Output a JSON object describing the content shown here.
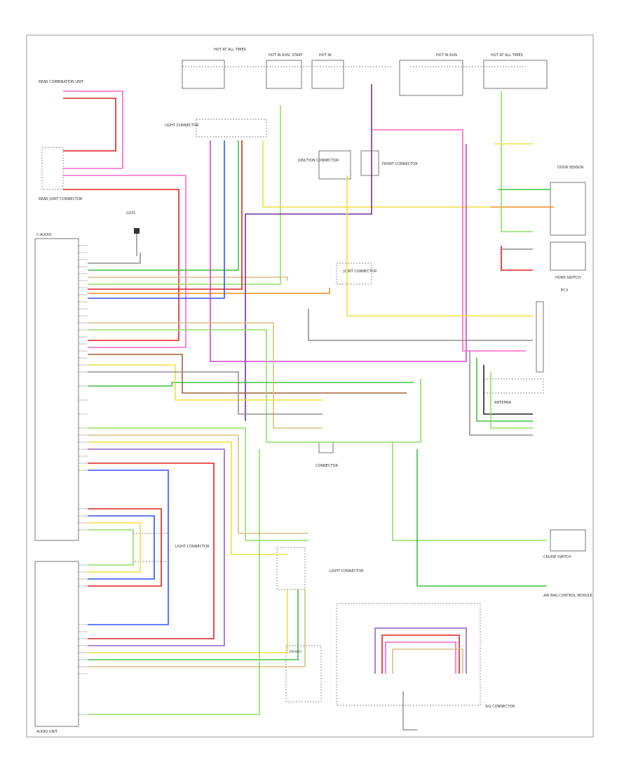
{
  "diagram": {
    "top_fuses": [
      "HOT AT ALL TIMES",
      "HOT IN RUN, START",
      "HOT IN",
      "HOT IN RUN",
      "HOT AT ALL TIMES"
    ],
    "left_module": {
      "name": "AUDIO UNIT",
      "connector": "C-AUDIO"
    },
    "left_top_note": "REAR COMBINATION UNIT",
    "ground_left": "G101",
    "components": [
      {
        "id": "light-connector-a",
        "label": "LIGHT CONNECTOR"
      },
      {
        "id": "junction-connector-b",
        "label": "JUNCTION CONNECTOR"
      },
      {
        "id": "front-connector",
        "label": "FRONT CONNECTOR"
      },
      {
        "id": "door-sensor",
        "label": "DOOR SENSOR"
      },
      {
        "id": "horn-switch",
        "label": "HORN SWITCH"
      },
      {
        "id": "ecu-right",
        "label": "ECU"
      },
      {
        "id": "antenna-amp",
        "label": "ANTENNA"
      },
      {
        "id": "mid-connector",
        "label": "JOINT CONNECTOR"
      },
      {
        "id": "speaker-conn",
        "label": "LIGHT CONNECTOR"
      },
      {
        "id": "bottom-connector",
        "label": "CONNECTOR"
      },
      {
        "id": "center-lower",
        "label": "LIGHT CONNECTOR"
      },
      {
        "id": "right-lower-switch",
        "label": "CRUISE SWITCH"
      },
      {
        "id": "right-bottom-module",
        "label": "AIR BAG CONTROL MODULE"
      },
      {
        "id": "bottom-right-conn",
        "label": "SIG CONNECTOR"
      }
    ],
    "colors": {
      "pink": "#ff66cc",
      "red": "#e02020",
      "magenta": "#d040d0",
      "purple": "#7030a0",
      "blue": "#3050ff",
      "yellow": "#f0e040",
      "green": "#40c040",
      "lightgreen": "#90e060",
      "orange": "#f09020",
      "brown": "#a06030",
      "gray": "#909090",
      "black": "#222222",
      "tan": "#d8c080",
      "violet": "#9060d0",
      "teal": "#40a0a0"
    }
  }
}
